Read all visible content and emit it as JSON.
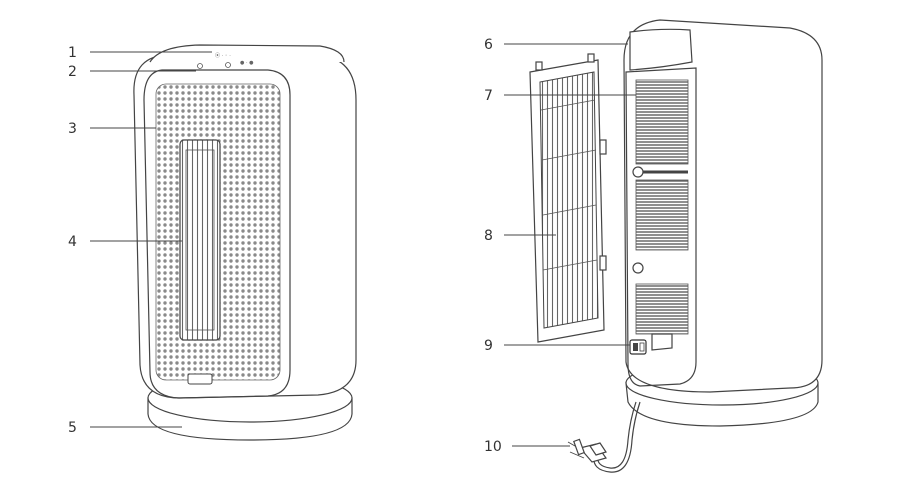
{
  "callouts": [
    {
      "number": "1"
    },
    {
      "number": "2"
    },
    {
      "number": "3"
    },
    {
      "number": "4"
    },
    {
      "number": "5"
    },
    {
      "number": "6"
    },
    {
      "number": "7"
    },
    {
      "number": "8"
    },
    {
      "number": "9"
    },
    {
      "number": "10"
    }
  ],
  "colors": {
    "line": "#444444",
    "grille_dot": "#8a8a8a",
    "background": "#ffffff"
  }
}
